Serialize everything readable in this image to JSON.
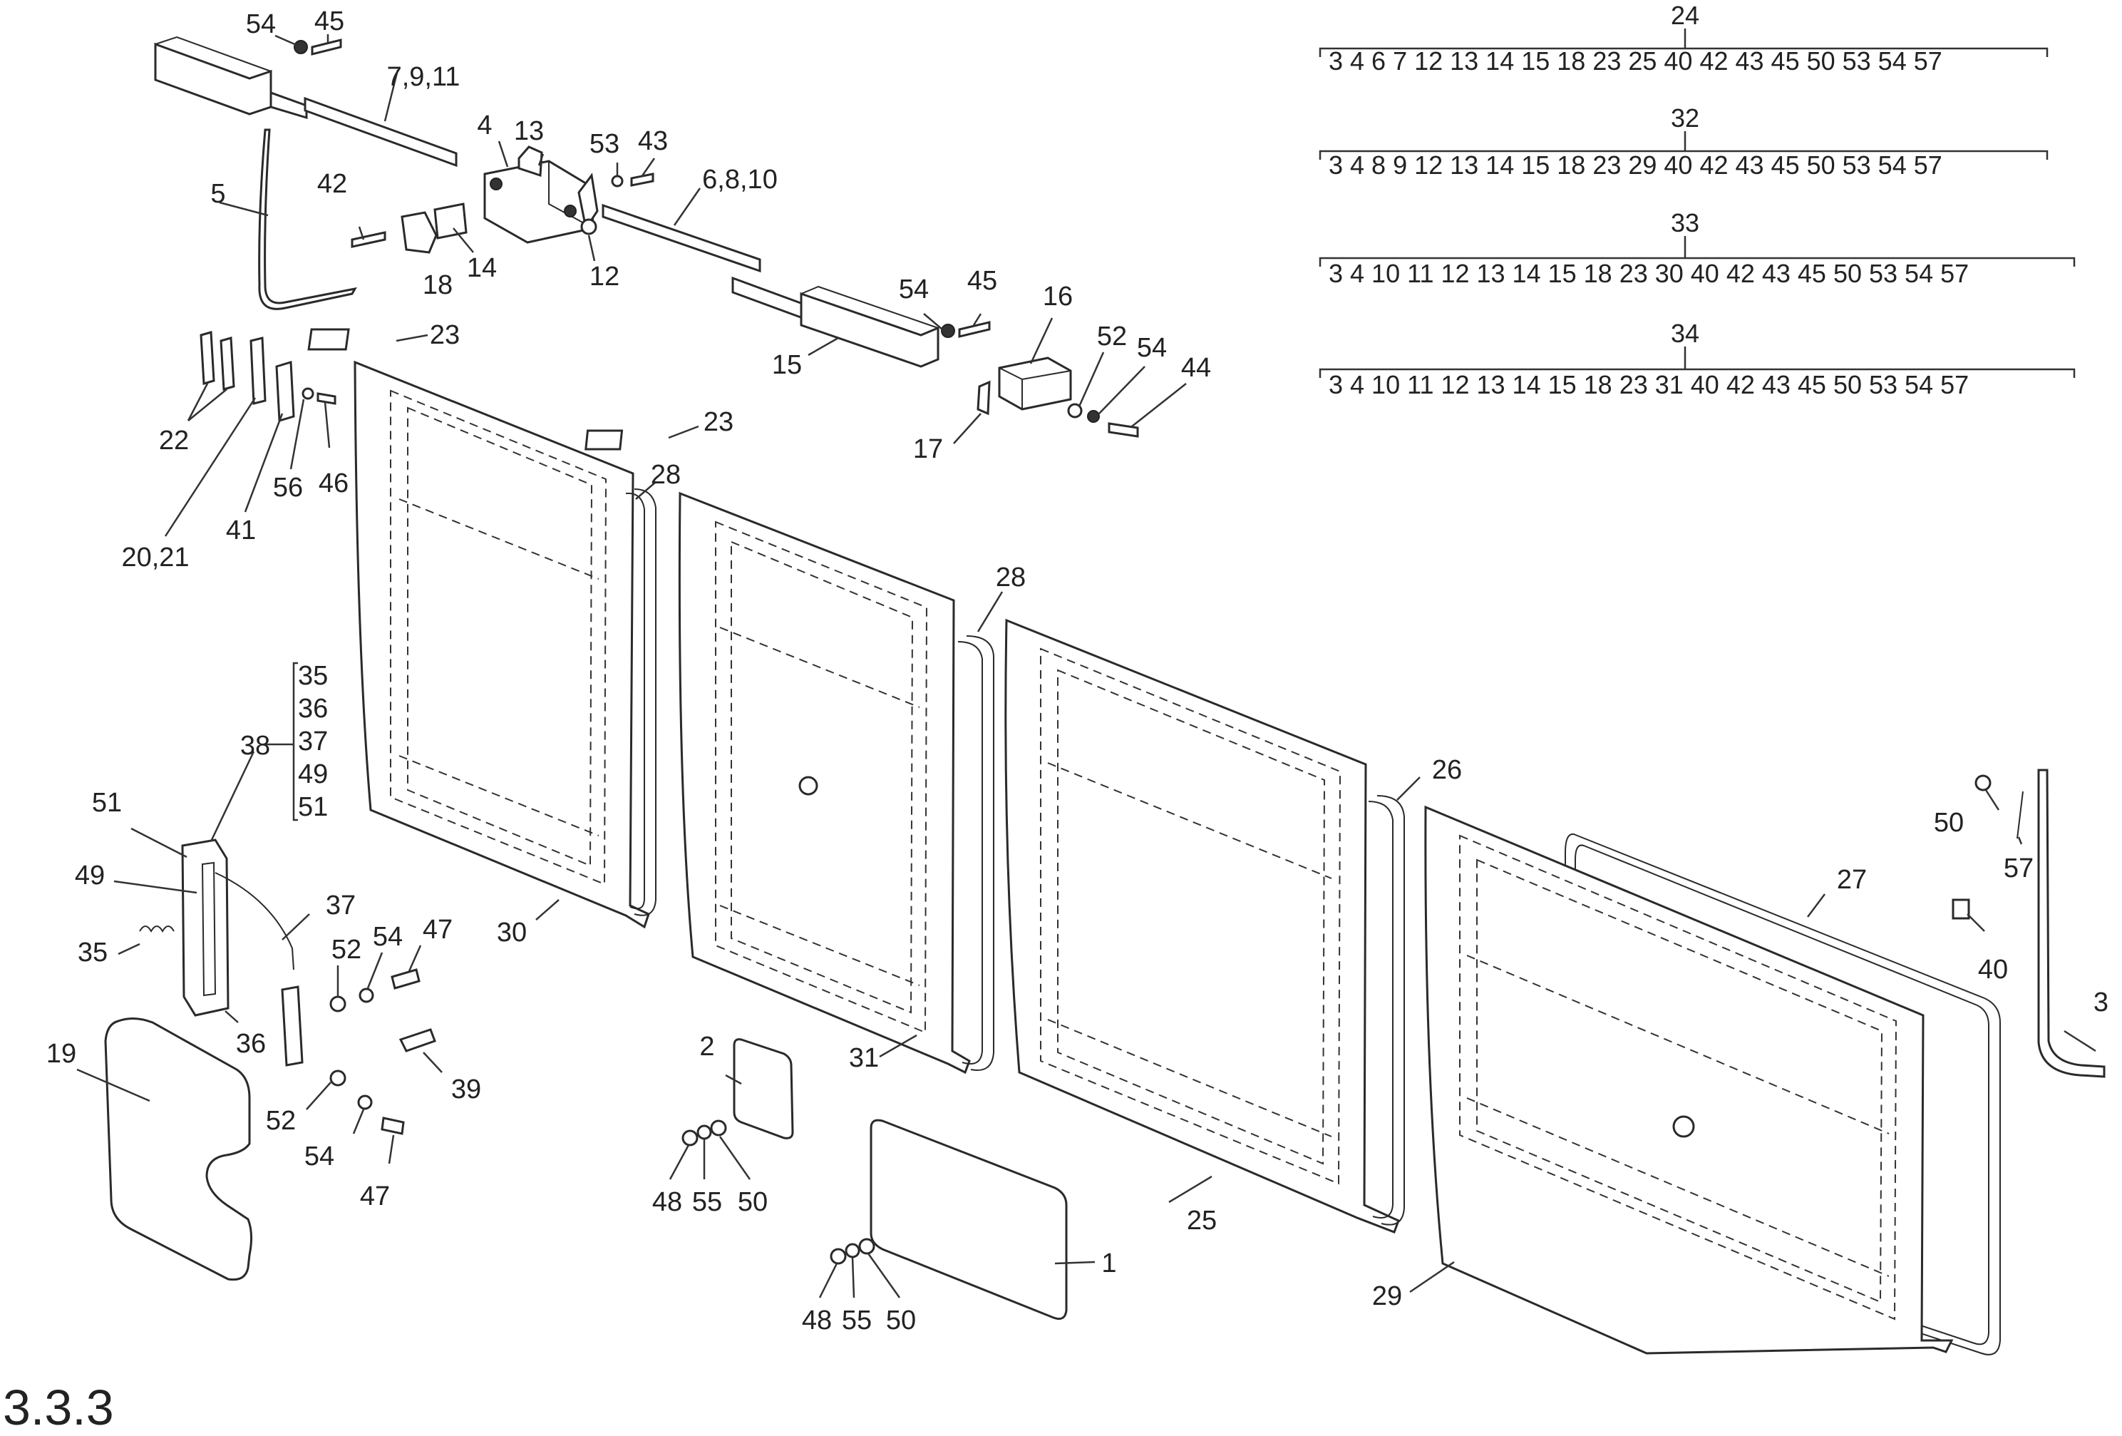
{
  "figure_number": "3.3.3",
  "labels": {
    "l1": "1",
    "l2": "2",
    "l3": "3",
    "l4": "4",
    "l5": "5",
    "l6_8_10": "6,8,10",
    "l7_9_11": "7,9,11",
    "l12": "12",
    "l13": "13",
    "l14": "14",
    "l15": "15",
    "l16": "16",
    "l17": "17",
    "l18": "18",
    "l19": "19",
    "l20_21": "20,21",
    "l22": "22",
    "l23a": "23",
    "l23b": "23",
    "l25": "25",
    "l26": "26",
    "l27": "27",
    "l28a": "28",
    "l28b": "28",
    "l29": "29",
    "l30": "30",
    "l31": "31",
    "l35": "35",
    "l36": "36",
    "l38": "38",
    "l39": "39",
    "l40": "40",
    "l41": "41",
    "l42": "42",
    "l43": "43",
    "l44": "44",
    "l45a": "45",
    "l45b": "45",
    "l46": "46",
    "l47a": "47",
    "l47b": "47",
    "l48a": "48",
    "l48b": "48",
    "l49": "49",
    "l50a": "50",
    "l50b": "50",
    "l50c": "50",
    "l51": "51",
    "l52a": "52",
    "l52b": "52",
    "l52c": "52",
    "l53": "53",
    "l54a": "54",
    "l54b": "54",
    "l54c": "54",
    "l54d": "54",
    "l54e": "54",
    "l55a": "55",
    "l55b": "55",
    "l56": "56",
    "l57": "57",
    "l37": "37"
  },
  "kit_38": {
    "items": [
      "35",
      "36",
      "37",
      "49",
      "51"
    ]
  },
  "assemblies": [
    {
      "number": "24",
      "parts": "3 4 6 7 12 13 14 15 18 23 25 40 42 43 45 50 53 54 57"
    },
    {
      "number": "32",
      "parts": "3 4 8 9 12 13 14 15 18 23 29 40 42 43 45 50 53 54 57"
    },
    {
      "number": "33",
      "parts": "3 4 10 11 12 13 14 15 18 23 30 40 42 43 45 50 53 54 57"
    },
    {
      "number": "34",
      "parts": "3 4 10 11 12 13 14 15 18 23 31 40 42 43 45 50 53 54 57"
    }
  ]
}
